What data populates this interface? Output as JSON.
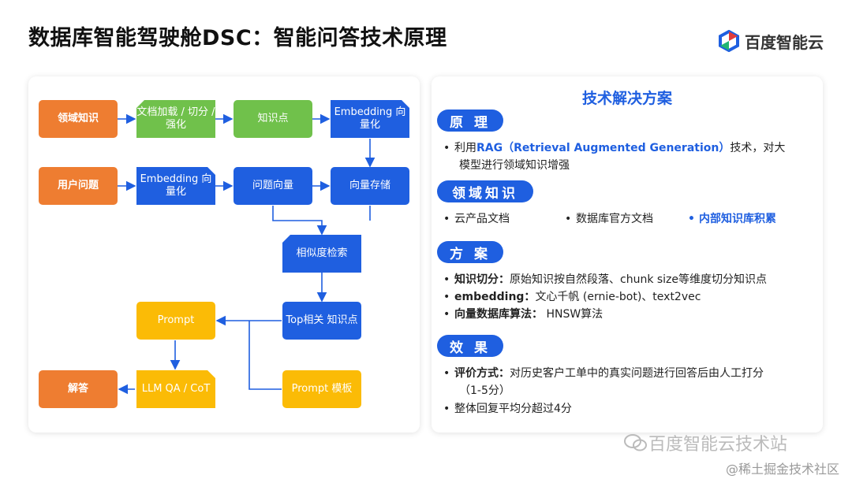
{
  "title": "数据库智能驾驶舱DSC：智能问答技术原理",
  "brand": {
    "name": "百度智能云",
    "logo_icon": "baidu-cloud-logo-icon"
  },
  "colors": {
    "orange": "#ee7d31",
    "green": "#70c14b",
    "blue": "#1f5fe0",
    "yellow": "#fbbb06"
  },
  "diagram": {
    "domain_knowledge": "领域知识",
    "doc_load": "文档加载 / 切分 / 强化",
    "knowledge_points": "知识点",
    "embedding_1": "Embedding 向量化",
    "user_question": "用户问题",
    "embedding_2": "Embedding 向量化",
    "question_vector": "问题向量",
    "vector_store": "向量存储",
    "similarity_search": "相似度检索",
    "top_points": "Top相关 知识点",
    "prompt": "Prompt",
    "prompt_template": "Prompt 模板",
    "llm": "LLM QA / CoT",
    "answer": "解答"
  },
  "solution": {
    "heading": "技术解决方案",
    "principle": {
      "label": "原 理",
      "line1_pre": "利用",
      "line1_hl": "RAG（Retrieval Augmented Generation）",
      "line1_post": "技术，对大",
      "line2": "模型进行领域知识增强"
    },
    "domain": {
      "label": "领域知识",
      "item1": "云产品文档",
      "item2": "数据库官方文档",
      "item3": "内部知识库积累"
    },
    "plan": {
      "label": "方 案",
      "item1_bold": "知识切分：",
      "item1_text": "原始知识按自然段落、chunk size等维度切分知识点",
      "item2_bold": "embedding：",
      "item2_text": "文心千帆 (ernie-bot)、text2vec",
      "item3_bold": "向量数据库算法：",
      "item3_text": " HNSW算法"
    },
    "effect": {
      "label": "效 果",
      "item1_bold": "评价方式：",
      "item1_text": "对历史客户工单中的真实问题进行回答后由人工打分",
      "item1_cont": "（1-5分）",
      "item2": "整体回复平均分超过4分"
    }
  },
  "watermark": {
    "line1": "百度智能云技术站",
    "line2": "@稀土掘金技术社区"
  }
}
